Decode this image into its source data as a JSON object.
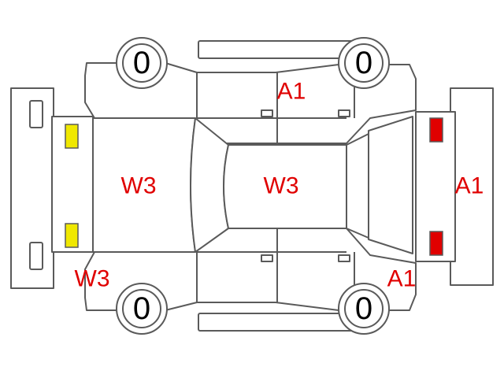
{
  "colors": {
    "line": "#5a5a5a",
    "code_text": "#e00000",
    "lamp_front": "#f0e800",
    "lamp_rear": "#e00000"
  },
  "wheels": {
    "front_left": "0",
    "rear_left": "0",
    "front_right": "0",
    "rear_right": "0"
  },
  "damage": {
    "hood": "W3",
    "roof": "W3",
    "front_left_corner": "W3",
    "left_rear_door": "A1",
    "rear_bumper": "A1",
    "right_rear_quarter": "A1"
  }
}
